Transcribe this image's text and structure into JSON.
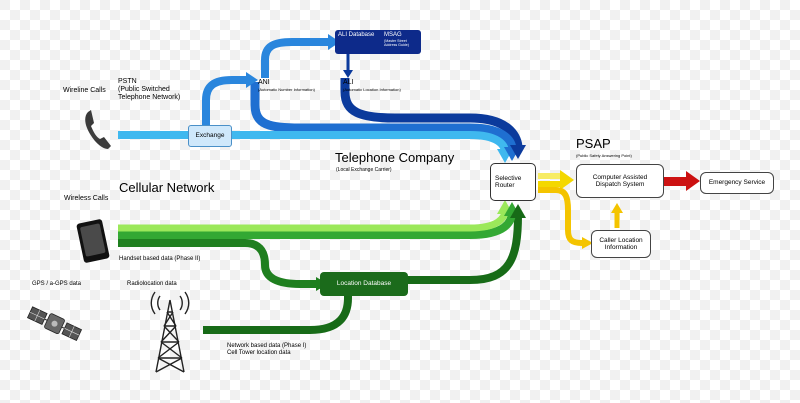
{
  "diagram": {
    "labels": {
      "wireline_calls": "Wireline Calls",
      "pstn": "PSTN\n(Public Switched\nTelephone Network)",
      "exchange": "Exchange",
      "ani": "ANI",
      "ani_sub": "(Automatic Number Information)",
      "ali_database": "ALI Database",
      "msag": "MSAG",
      "msag_sub": "(Master Street\nAddress Guide)",
      "ali": "ALI",
      "ali_sub": "(Automatic Location Information)",
      "telephone_company": "Telephone Company",
      "telephone_company_sub": "(Local Exchange Carrier)",
      "cellular_network": "Cellular Network",
      "wireless_calls": "Wireless Calls",
      "selective_router": "Selective\nRouter",
      "psap": "PSAP",
      "psap_sub": "(Public Safety Answering Point)",
      "cad": "Computer Assisted\nDispatch System",
      "emergency_service": "Emergency Service",
      "caller_location": "Caller Location\nInformation",
      "handset_data": "Handset based data (Phase II)",
      "location_database": "Location Database",
      "gps": "GPS / a-GPS data",
      "radiolocation": "Radiolocation data",
      "network_data": "Network based data (Phase I)\nCell Tower location data"
    },
    "icons": [
      "phone-handset-icon",
      "mobile-phone-icon",
      "satellite-icon",
      "radio-tower-icon"
    ],
    "colors": {
      "blue_dark": "#0b3a9c",
      "blue_mid": "#1f6fd1",
      "blue_light": "#3fb8ef",
      "green_dark": "#176b17",
      "green_mid": "#33a833",
      "green_light": "#9be85a",
      "yellow": "#f4d800",
      "arrow_red": "#cc1111",
      "exchange_fill": "#cfe8fb",
      "ali_box_fill": "#0d2a8a",
      "location_box_fill": "#1b6b1b"
    }
  }
}
